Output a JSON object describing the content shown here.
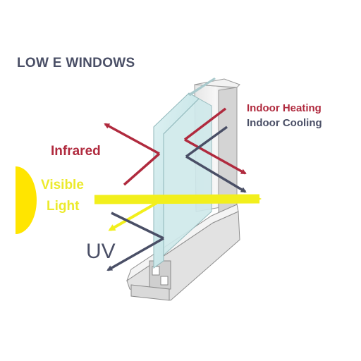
{
  "title": "LOW E WINDOWS",
  "labels": {
    "indoor_heating": "Indoor Heating",
    "indoor_cooling": "Indoor Cooling",
    "infrared": "Infrared",
    "visible_line1": "Visible",
    "visible_line2": "Light",
    "uv": "UV"
  },
  "colors": {
    "infrared": "#b02a3e",
    "uv_cooling": "#4a4f66",
    "visible": "#f2ef1c",
    "sun": "#ffe500"
  }
}
